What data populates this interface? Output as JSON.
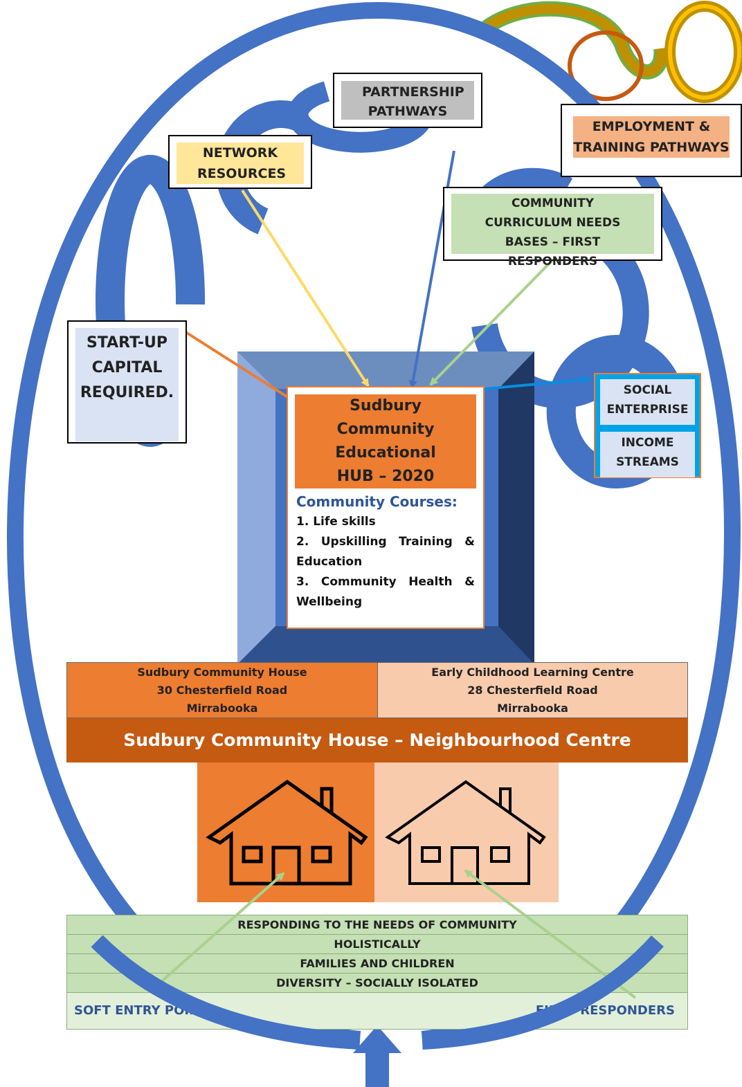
{
  "colors": {
    "blue": "#4472c4",
    "orange": "#ed7d31",
    "peach": "#f8cbad",
    "dark_orange": "#c55a11",
    "green": "#c5e0b4",
    "light_green": "#e2f0d9",
    "grey": "#bfbfbf",
    "yellow": "#ffe699",
    "light_blue": "#dae3f3",
    "arrow_blue": "#0a8ce0",
    "light_green_arrow": "#a9d18e",
    "yellow_arrow": "#ffd966",
    "gold": "#bf9000"
  },
  "icons": [
    "house-icon",
    "house-icon",
    "up-arrow-icon"
  ],
  "boxes": {
    "partnership": "PARTNERSHIP PATHWAYS",
    "employment": "EMPLOYMENT & TRAINING PATHWAYS",
    "network": "NETWORK RESOURCES",
    "curriculum": "COMMUNITY CURRICULUM NEEDS BASES – FIRST RESPONDERS",
    "startup": "START-UP CAPITAL REQUIRED.",
    "social_enterprise": "SOCIAL ENTERPRISE",
    "income_streams": "INCOME STREAMS"
  },
  "hub": {
    "title": "Sudbury Community Educational HUB – 2020",
    "courses_heading": "Community Courses:",
    "courses": [
      "1. Life skills",
      "2. Upskilling Training & Education",
      "3. Community Health & Wellbeing"
    ]
  },
  "sites": {
    "left": [
      "Sudbury Community House",
      "30 Chesterfield Road",
      "Mirrabooka"
    ],
    "right": [
      "Early Childhood Learning Centre",
      "28 Chesterfield Road",
      "Mirrabooka"
    ]
  },
  "centre_banner": "Sudbury Community House – Neighbourhood Centre",
  "needs": [
    "RESPONDING TO THE NEEDS OF COMMUNITY",
    "HOLISTICALLY",
    "FAMILIES AND CHILDREN",
    "DIVERSITY – SOCIALLY ISOLATED"
  ],
  "entry_points": {
    "left": "SOFT ENTRY POINT",
    "right": "FIRST RESPONDERS"
  }
}
